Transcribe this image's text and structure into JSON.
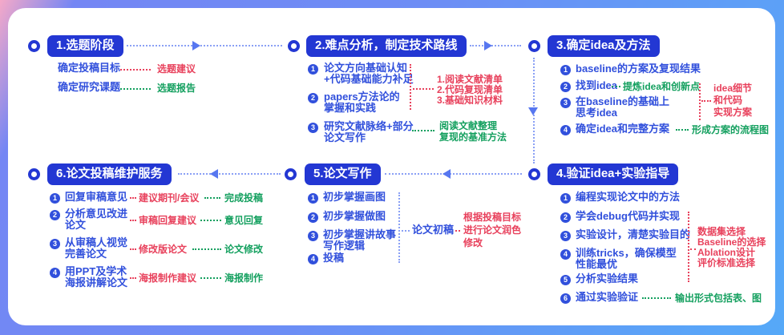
{
  "colors": {
    "frame_blue": "#6d8df5",
    "frame_pink": "#f5a9c8",
    "pill_bg": "#2337d3",
    "item_blue": "#3150dc",
    "note_red": "#e8415c",
    "note_green": "#14a05f",
    "connector": "#8aa0f5"
  },
  "stages": {
    "s1": {
      "title": "1.选题阶段",
      "rows": [
        {
          "label": "确定投稿目标",
          "note": "选题建议"
        },
        {
          "label": "确定研究课题",
          "note": "选题报告"
        }
      ]
    },
    "s2": {
      "title": "2.难点分析，制定技术路线",
      "items": [
        {
          "num": "1",
          "line1": "论文方向基础认知",
          "line2": "+代码基础能力补足"
        },
        {
          "num": "2",
          "line1": "papers方法论的",
          "line2": "掌握和实践"
        },
        {
          "num": "3",
          "line1": "研究文献脉络+部分",
          "line2": "论文写作"
        }
      ],
      "red_notes": [
        "1.阅读文献清单",
        "2.代码复现清单",
        "3.基础知识材料"
      ],
      "green_notes": [
        "阅读文献整理",
        "复现的基准方法"
      ]
    },
    "s3": {
      "title": "3.确定idea及方法",
      "items": [
        {
          "num": "1",
          "line1": "baseline的方案及复现结果"
        },
        {
          "num": "2",
          "line1": "找到idea",
          "green_note": "提炼idea和创新点"
        },
        {
          "num": "3",
          "line1": "在baseline的基础上",
          "line2": "思考idea"
        },
        {
          "num": "4",
          "line1": "确定idea和完整方案",
          "green_note": "形成方案的流程图"
        }
      ],
      "red_notes": [
        "idea细节",
        "和代码",
        "实现方案"
      ]
    },
    "s4": {
      "title": "4.验证idea+实验指导",
      "items": [
        {
          "num": "1",
          "line1": "编程实现论文中的方法"
        },
        {
          "num": "2",
          "line1": "学会debug代码并实现"
        },
        {
          "num": "3",
          "line1": "实验设计，清楚实验目的"
        },
        {
          "num": "4",
          "line1": "训练tricks，确保模型",
          "line2": "性能最优"
        },
        {
          "num": "5",
          "line1": "分析实验结果"
        },
        {
          "num": "6",
          "line1": "通过实验验证",
          "green_note": "输出形式包括表、图"
        }
      ],
      "red_notes": [
        "数据集选择",
        "Baseline的选择",
        "Ablation设计",
        "评价标准选择"
      ]
    },
    "s5": {
      "title": "5.论文写作",
      "items": [
        {
          "num": "1",
          "line1": "初步掌握画图"
        },
        {
          "num": "2",
          "line1": "初步掌握做图"
        },
        {
          "num": "3",
          "line1": "初步掌握讲故事",
          "line2": "写作逻辑"
        },
        {
          "num": "4",
          "line1": "投稿"
        }
      ],
      "draft_label": "论文初稿",
      "red_notes": [
        "根据投稿目标",
        "进行论文润色",
        "修改"
      ]
    },
    "s6": {
      "title": "6.论文投稿维护服务",
      "items": [
        {
          "num": "1",
          "line1": "回复审稿意见",
          "red_note": "建议期刊/会议",
          "green_note": "完成投稿"
        },
        {
          "num": "2",
          "line1": "分析意见改进",
          "line2": "论文",
          "red_note": "审稿回复建议",
          "green_note": "意见回复"
        },
        {
          "num": "3",
          "line1": "从审稿人视觉",
          "line2": "完善论文",
          "red_note": "修改版论文",
          "green_note": "论文修改"
        },
        {
          "num": "4",
          "line1": "用PPT及学术",
          "line2": "海报讲解论文",
          "red_note": "海报制作建议",
          "green_note": "海报制作"
        }
      ]
    }
  }
}
